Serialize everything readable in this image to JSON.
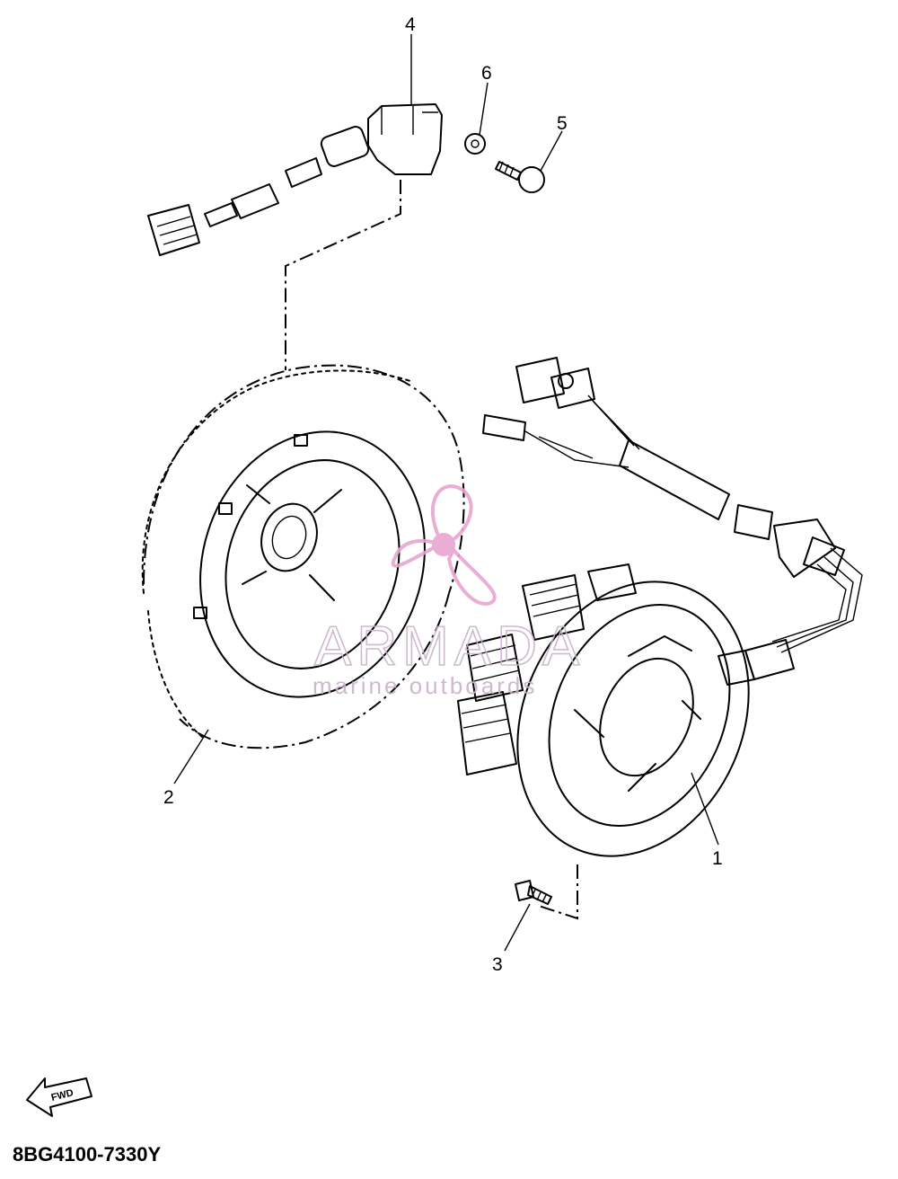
{
  "callouts": [
    {
      "id": "1",
      "label": "1"
    },
    {
      "id": "2",
      "label": "2"
    },
    {
      "id": "3",
      "label": "3"
    },
    {
      "id": "4",
      "label": "4"
    },
    {
      "id": "5",
      "label": "5"
    },
    {
      "id": "6",
      "label": "6"
    }
  ],
  "watermark": {
    "brand": "ARMADA",
    "tagline": "marine outboards",
    "color": "#e8a5cf"
  },
  "direction_marker": {
    "label": "FWD",
    "icon": "fwd-arrow-icon"
  },
  "part_code": "8BG4100-7330Y"
}
